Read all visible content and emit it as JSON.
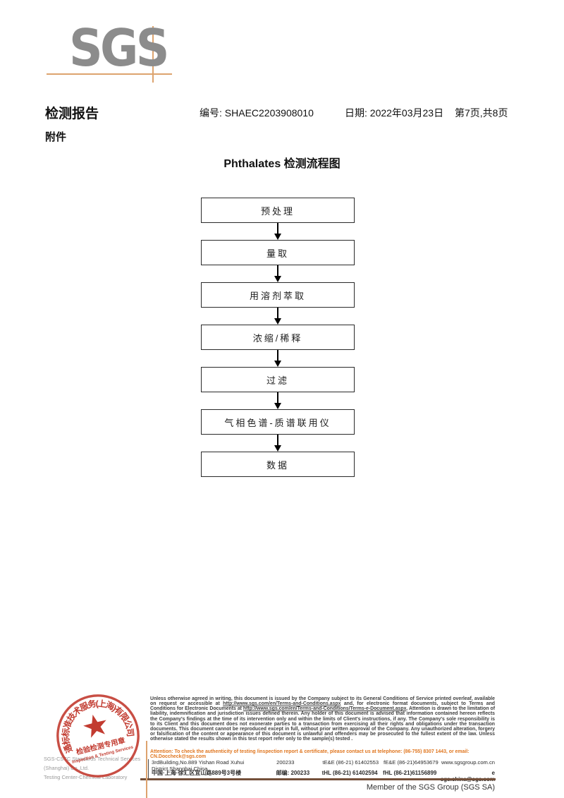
{
  "logo": {
    "text": "SGS"
  },
  "header": {
    "report_title": "检测报告",
    "report_no": "编号: SHAEC2203908010",
    "date": "日期: 2022年03月23日",
    "page_info": "第7页,共8页",
    "attachment_label": "附件"
  },
  "flowchart": {
    "title": "Phthalates 检测流程图",
    "steps": [
      "预处理",
      "量取",
      "用溶剂萃取",
      "浓缩/稀释",
      "过滤",
      "气相色谱-质谱联用仪",
      "数据"
    ]
  },
  "footer": {
    "legal": {
      "part1": "Unless otherwise agreed in writing, this document is issued by the Company subject to its General Conditions of Service printed overleaf, available on request or accessible at ",
      "url1": "http://www.sgs.com/en/Terms-and-Conditions.aspx",
      "part2": " and, for electronic format documents, subject to Terms and Conditions for Electronic Documents at ",
      "url2": "http://www.sgs.com/en/Terms-and-Conditions/Terms-e-Document.aspx",
      "part3": ". Attention is drawn to the limitation of liability, indemnification and jurisdiction issues defined therein. Any holder of this document is advised that information contained hereon reflects the Company's findings at the time of its intervention only and within the limits of Client's instructions, if any. The Company's sole responsibility is to its Client and this document does not exonerate parties to a transaction from exercising all their rights and obligations under the transaction documents. This document cannot be reproduced except in full, without prior written approval of the Company. Any unauthorized alteration, forgery or falsification of the content or appearance of this document is unlawful and offenders may be prosecuted to the fullest extent of the law. Unless otherwise stated the results shown in this test report refer only to the sample(s) tested ."
    },
    "attention": "Attention: To check the authenticity of testing /inspection report & certificate, please contact us at telephone: (86-755) 8307 1443, or email: CN.Doccheck@sgs.com",
    "address": {
      "en_address": "3rdBuilding,No.889 Yishan Road Xuhui District,Shanghai China",
      "en_postcode": "200233",
      "en_tel": "tE&E (86-21) 61402553",
      "en_fax": "fE&E (86-21)64953679",
      "web": "www.sgsgroup.com.cn",
      "cn_address": "中国·上海·徐汇区宜山路889号3号楼",
      "cn_postcode": "邮编: 200233",
      "cn_tel": "tHL (86-21) 61402594",
      "cn_fax": "fHL (86-21)61156899",
      "email": "e sgs.china@sgs.com"
    },
    "company_line1": "SGS-CSTC Standards Technical Services (Shanghai) Co.,Ltd.",
    "company_line2": "Testing Center-Chemical Laboratory",
    "stamp": {
      "arc_text": "通标标准技术服务(上海)有限公司",
      "center_line1": "检验检测专用章",
      "center_line2": "Inspection & Testing Services"
    },
    "member_text": "Member of the SGS Group (SGS SA)"
  },
  "colors": {
    "logo_gray": "#8c8c8c",
    "registration_orange": "#dda36e",
    "stamp_red": "#c23b30",
    "attention_orange": "#e0761f",
    "rule_brown": "#74503a"
  }
}
